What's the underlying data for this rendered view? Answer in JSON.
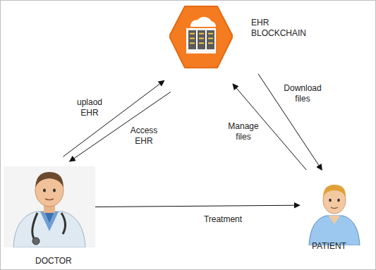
{
  "diagram": {
    "nodes": [
      {
        "text": [
          "EHR BLOCKCHAIN"
        ]
      },
      {
        "text": [
          "DOCTOR"
        ]
      },
      {
        "text": [
          "PATIENT"
        ]
      }
    ],
    "edges": [
      {
        "from": 1,
        "to": 0,
        "label": "uplaod EHR",
        "arrow": "to"
      },
      {
        "from": 0,
        "to": 1,
        "label": "Access EHR",
        "arrow": "to"
      },
      {
        "from": 0,
        "to": 2,
        "label": "Download files",
        "arrow": "to"
      },
      {
        "from": 2,
        "to": 0,
        "label": "Manage files",
        "arrow": "to"
      },
      {
        "from": 1,
        "to": 2,
        "label": "Treatment",
        "arrow": "to"
      }
    ]
  }
}
